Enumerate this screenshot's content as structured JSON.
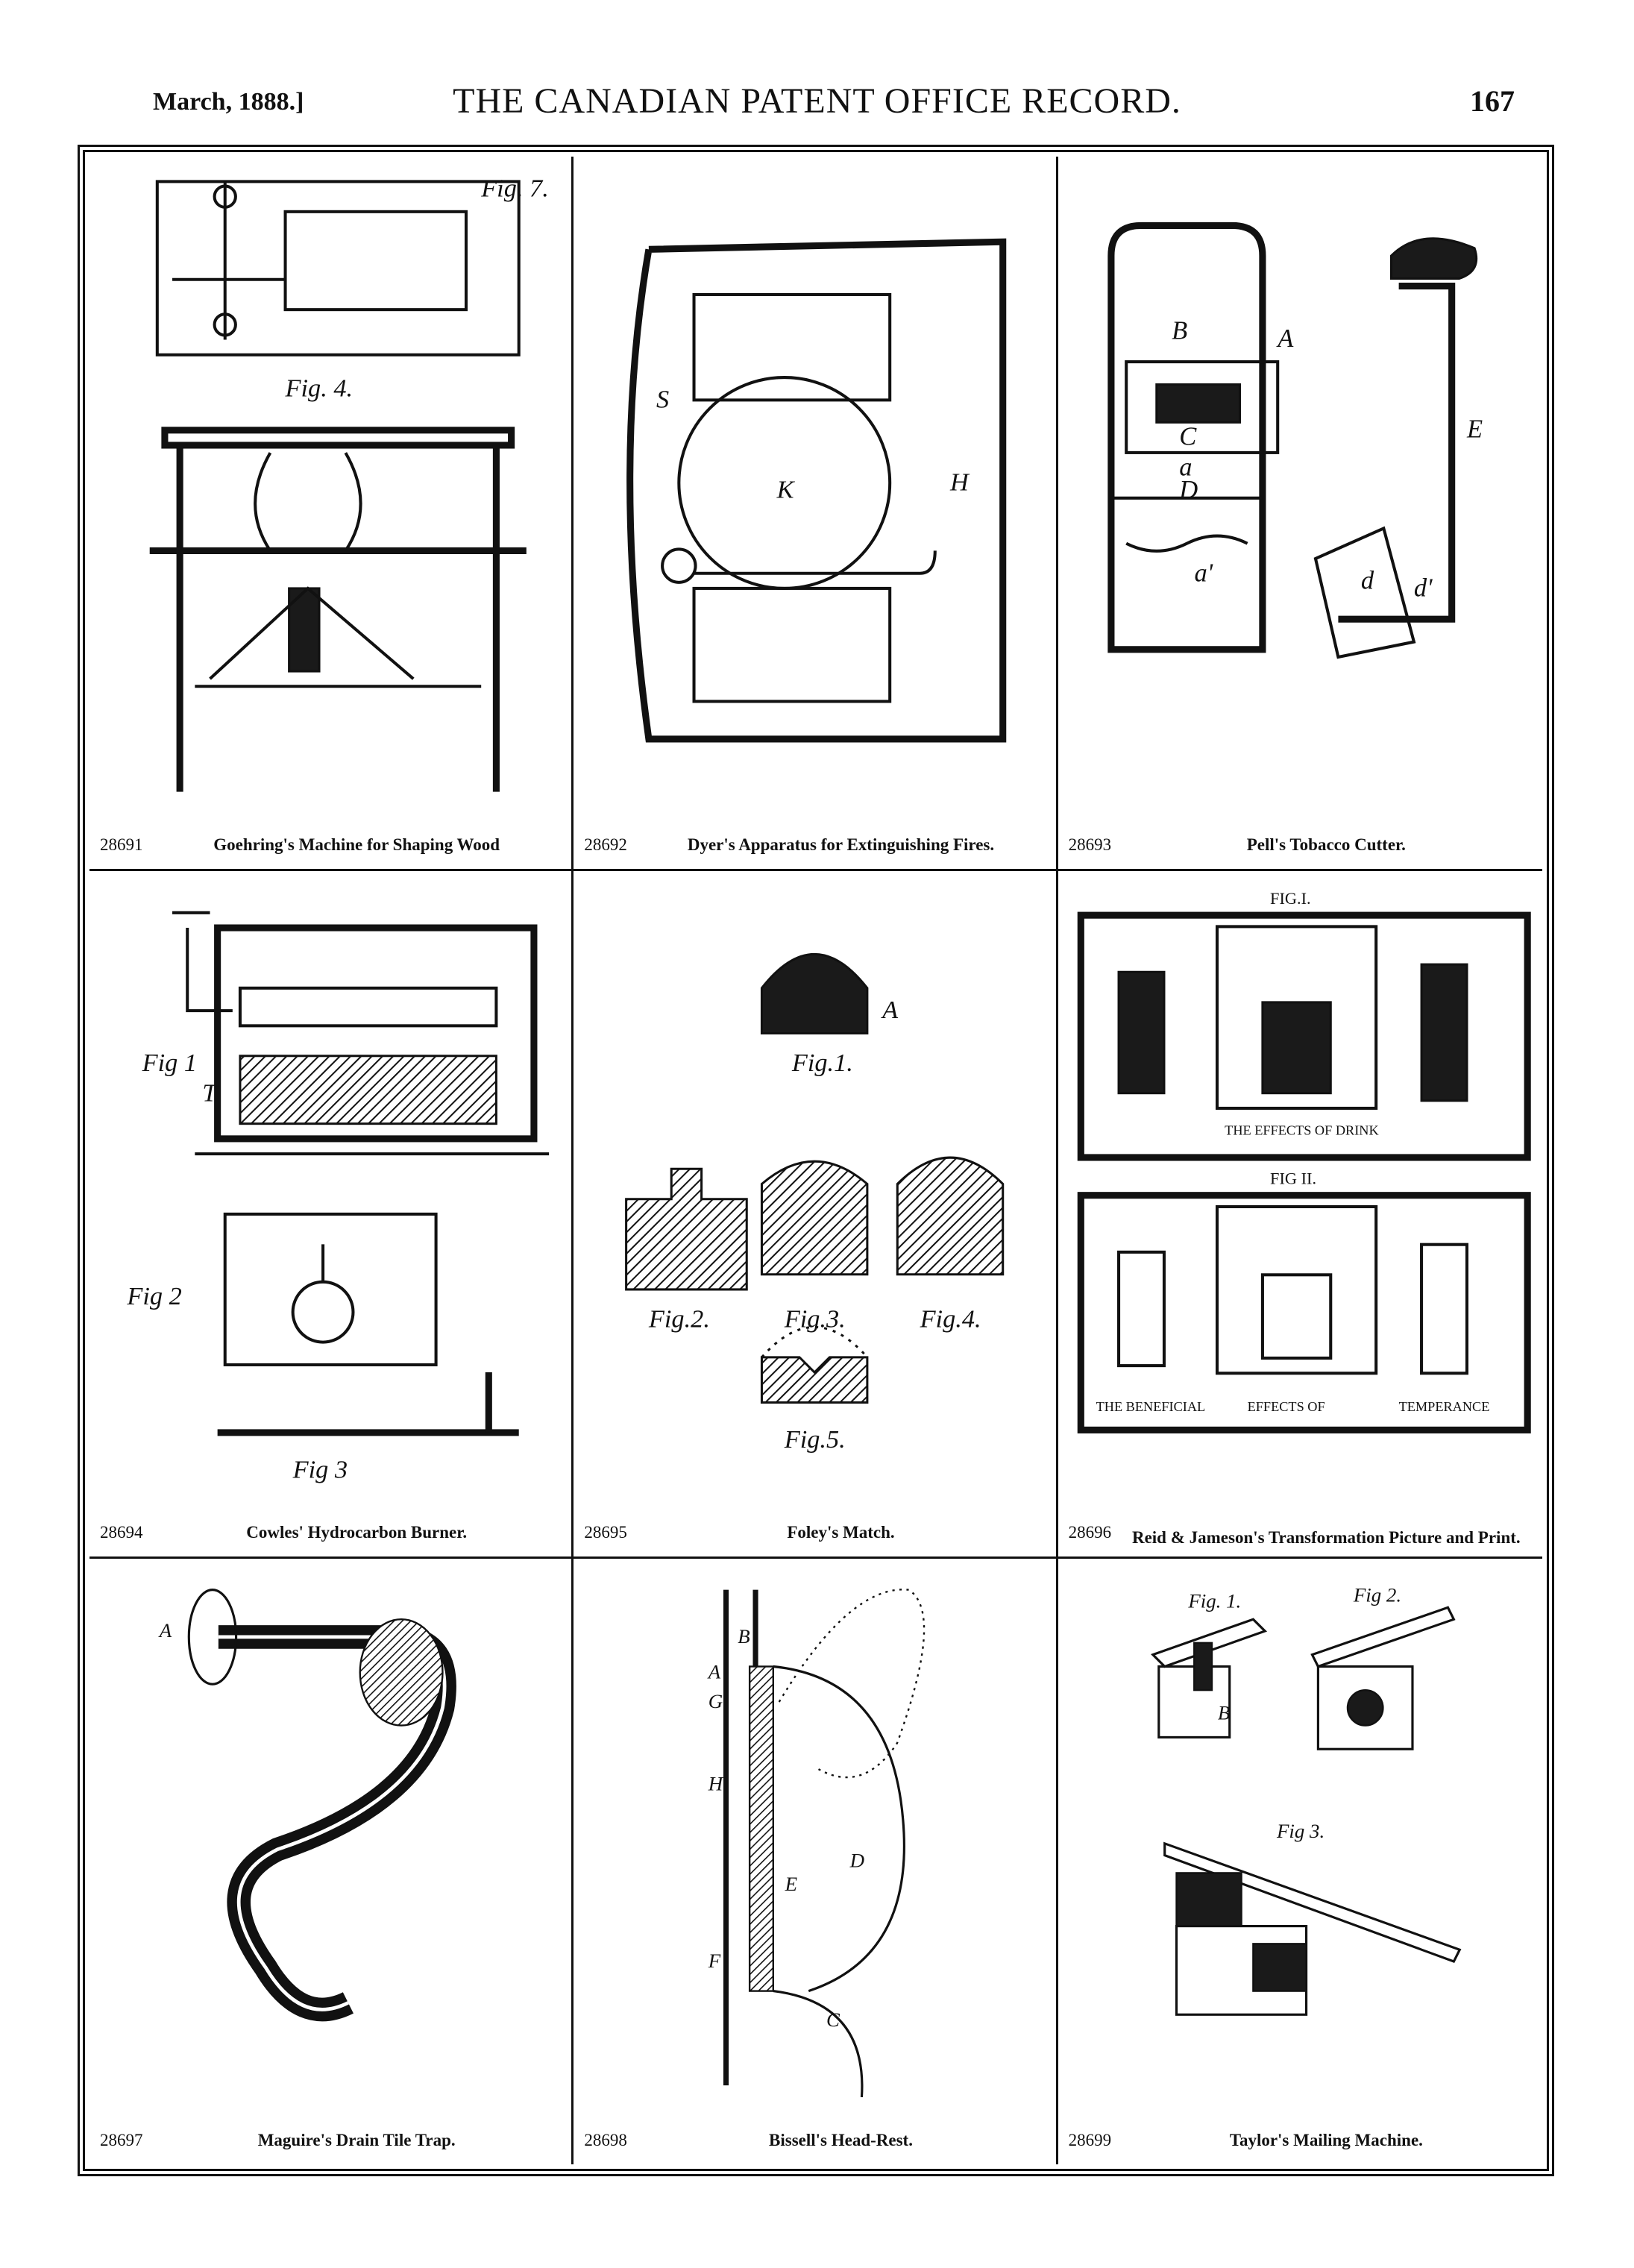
{
  "header": {
    "date": "March, 1888.]",
    "title": "THE CANADIAN PATENT OFFICE RECORD.",
    "page": "167"
  },
  "patents": [
    {
      "number": "28691",
      "title": "Goehring's Machine for Shaping Wood",
      "illustration": "wood-shaping-machine"
    },
    {
      "number": "28692",
      "title": "Dyer's Apparatus for Extinguishing Fires.",
      "illustration": "fire-extinguisher-apparatus"
    },
    {
      "number": "28693",
      "title": "Pell's Tobacco Cutter.",
      "illustration": "tobacco-cutter"
    },
    {
      "number": "28694",
      "title": "Cowles' Hydrocarbon Burner.",
      "illustration": "hydrocarbon-burner"
    },
    {
      "number": "28695",
      "title": "Foley's Match.",
      "illustration": "match-heads"
    },
    {
      "number": "28696",
      "title": "Reid & Jameson's Transformation Picture and Print.",
      "illustration": "transformation-picture"
    },
    {
      "number": "28697",
      "title": "Maguire's Drain Tile Trap.",
      "illustration": "drain-tile-trap"
    },
    {
      "number": "28698",
      "title": "Bissell's Head-Rest.",
      "illustration": "head-rest"
    },
    {
      "number": "28699",
      "title": "Taylor's Mailing Machine.",
      "illustration": "mailing-machine"
    }
  ],
  "figure_labels": {
    "p1": [
      "Fig. 7.",
      "Fig. 4."
    ],
    "p2": [
      "S",
      "K",
      "H"
    ],
    "p3": [
      "B",
      "A",
      "C",
      "a",
      "D",
      "a'",
      "E",
      "d",
      "d'"
    ],
    "p4": [
      "Fig 1",
      "Fig 2",
      "Fig 3",
      "T"
    ],
    "p5": [
      "Fig.1.",
      "Fig.2.",
      "Fig.3.",
      "Fig.4.",
      "Fig.5.",
      "A"
    ],
    "p6": [
      "FIG.I.",
      "FIG II.",
      "THE EFFECTS OF DRINK",
      "THE BENEFICIAL",
      "EFFECTS OF",
      "TEMPERANCE"
    ],
    "p7": [
      "A"
    ],
    "p8": [
      "B",
      "A",
      "G",
      "H",
      "D",
      "E",
      "F",
      "C"
    ],
    "p9": [
      "Fig. 1.",
      "Fig 2.",
      "Fig 3.",
      "B"
    ]
  }
}
